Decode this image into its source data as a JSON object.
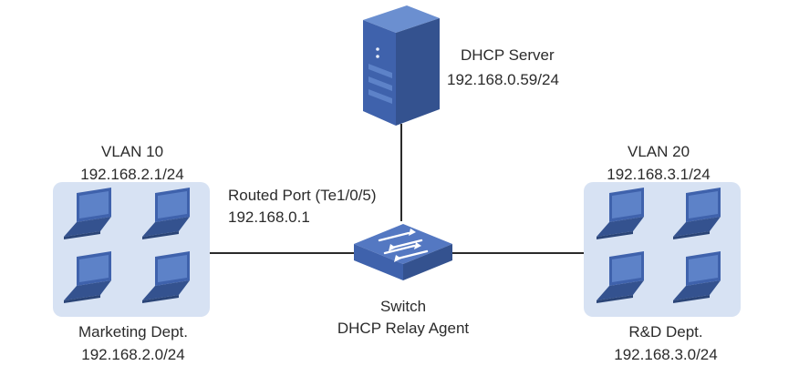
{
  "server": {
    "name": "DHCP Server",
    "ip": "192.168.0.59/24"
  },
  "switch": {
    "name": "Switch",
    "role": "DHCP Relay Agent"
  },
  "port": {
    "name": "Routed Port (Te1/0/5)",
    "ip": "192.168.0.1"
  },
  "left_group": {
    "vlan": "VLAN 10",
    "gateway": "192.168.2.1/24",
    "dept": "Marketing Dept.",
    "subnet": "192.168.2.0/24",
    "icons": [
      "laptop-icon",
      "laptop-icon",
      "laptop-icon",
      "laptop-icon"
    ]
  },
  "right_group": {
    "vlan": "VLAN 20",
    "gateway": "192.168.3.1/24",
    "dept": "R&D Dept.",
    "subnet": "192.168.3.0/24",
    "icons": [
      "laptop-icon",
      "laptop-icon",
      "laptop-icon",
      "laptop-icon"
    ]
  },
  "colors": {
    "device_blue": "#3f62ac",
    "device_dark": "#34528f",
    "group_fill": "#d7e2f3",
    "link_line": "#2b2b2b"
  }
}
